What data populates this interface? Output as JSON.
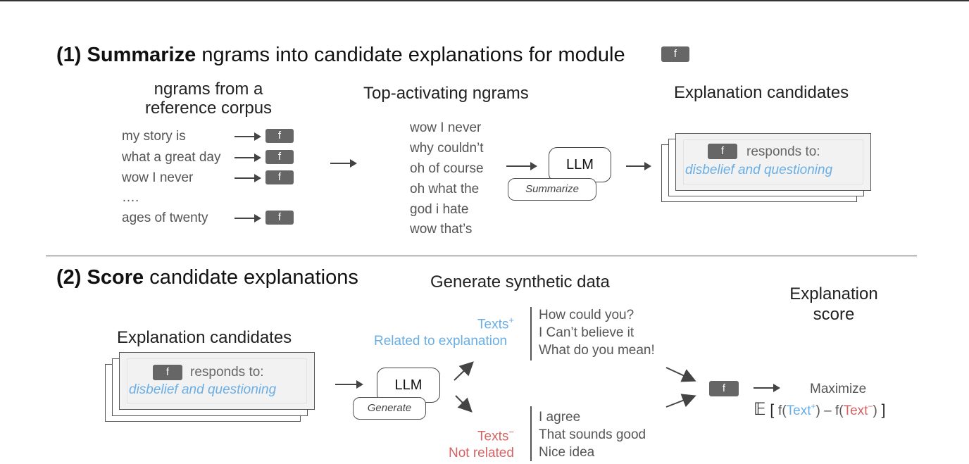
{
  "module_label": "f",
  "section1": {
    "num": "(1)",
    "bold": "Summarize",
    "rest": "ngrams into candidate explanations for module",
    "col1_title_line1": "ngrams from a",
    "col1_title_line2": "reference corpus",
    "ngrams": [
      "my story is",
      "what a great day",
      "wow I never",
      "….",
      "ages of twenty"
    ],
    "col2_title": "Top-activating ngrams",
    "top_ngrams": [
      "wow I never",
      "why couldn’t",
      "oh of course",
      "oh what the",
      "god i hate",
      "wow that’s"
    ],
    "llm_label": "LLM",
    "llm_tag": "Summarize",
    "col3_title": "Explanation candidates",
    "responds_to": "responds to:",
    "explanation": "disbelief and questioning"
  },
  "section2": {
    "num": "(2)",
    "bold": "Score",
    "rest": "candidate explanations",
    "candidates_title": "Explanation candidates",
    "responds_to": "responds to:",
    "explanation": "disbelief and questioning",
    "synthetic_title": "Generate synthetic data",
    "llm_label": "LLM",
    "llm_tag": "Generate",
    "pos_label": "Texts",
    "pos_sup": "+",
    "pos_desc": "Related to explanation",
    "pos_texts": [
      "How could you?",
      "I Can’t believe it",
      "What do you mean!"
    ],
    "neg_label": "Texts",
    "neg_sup": "−",
    "neg_desc": "Not related",
    "neg_texts": [
      "I agree",
      "That sounds good",
      "Nice idea"
    ],
    "score_title_line1": "Explanation",
    "score_title_line2": "score",
    "maximize": "Maximize",
    "formula": {
      "E": "𝔼",
      "open": "[",
      "f1": "f(",
      "t1": "Text",
      "s1": "+",
      "mid": ") – f(",
      "t2": "Text",
      "s2": "−",
      "close1": ")",
      "close": "]"
    }
  },
  "colors": {
    "positive": "#6aaee6",
    "negative": "#d46464",
    "module": "#666666"
  }
}
